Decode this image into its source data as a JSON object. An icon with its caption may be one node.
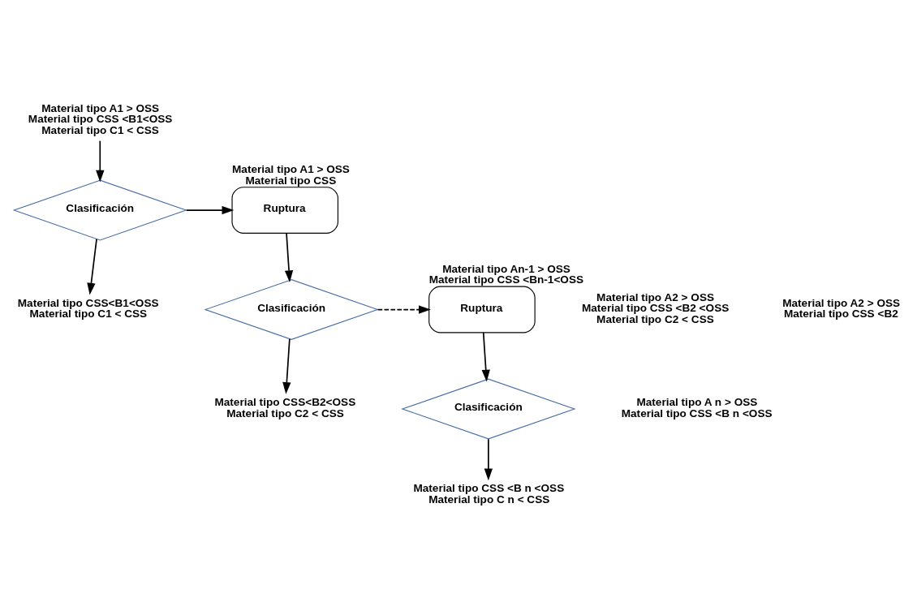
{
  "diagram": {
    "nodes": [
      {
        "text": [
          "Material tipo A1 > OSS",
          "Material tipo CSS <B1<OSS",
          "Material tipo C1 < CSS"
        ]
      },
      {
        "text": [
          "Clasificación"
        ]
      },
      {
        "text": [
          "Ruptura"
        ],
        "beside": [
          "Material tipo A1 > OSS",
          "Material tipo CSS"
        ]
      },
      {
        "text": [
          "Material tipo CSS<B1<OSS",
          "Material tipo C1 < CSS"
        ]
      },
      {
        "text": [
          "Clasificación"
        ]
      },
      {
        "text": [
          "Material tipo CSS<B2<OSS",
          "Material tipo C2 < CSS"
        ]
      },
      {
        "text": [
          "Ruptura"
        ],
        "beside": [
          "Material tipo An-1 > OSS",
          "Material tipo CSS <Bn-1<OSS"
        ]
      },
      {
        "text": [
          "Clasificación"
        ]
      },
      {
        "text": [
          "Material tipo CSS <B n <OSS",
          "Material tipo C n < CSS"
        ]
      }
    ],
    "edges": [
      {
        "from": 0,
        "to": 1,
        "arrow": "to"
      },
      {
        "from": 1,
        "to": 2,
        "arrow": "to"
      },
      {
        "from": 1,
        "to": 3,
        "arrow": "to"
      },
      {
        "from": 2,
        "to": 4,
        "arrow": "to"
      },
      {
        "from": 4,
        "to": 5,
        "arrow": "to"
      },
      {
        "from": 4,
        "to": 6,
        "arrow": "to",
        "style": "dashed"
      },
      {
        "from": 6,
        "to": 7,
        "arrow": "to"
      },
      {
        "from": 7,
        "to": 8,
        "arrow": "to"
      }
    ],
    "labels": [
      "Material tipo A2 > OSS",
      "Material tipo CSS <B2 <OSS",
      "Material tipo C2 < CSS",
      "Material tipo A2 > OSS",
      "Material tipo CSS <B2",
      "Material tipo A n > OSS",
      "Material tipo CSS <B n <OSS"
    ]
  }
}
